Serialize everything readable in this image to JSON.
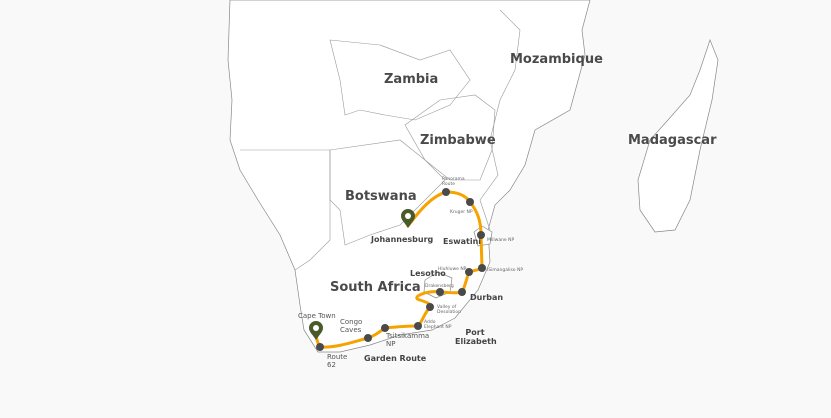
{
  "colors": {
    "route": "#f5a300",
    "stop": "#4a4a4a",
    "pin": "#4b5a2a",
    "border": "#888888",
    "land": "#ffffff",
    "sea": "#f9f9f9"
  },
  "countries": [
    "Zambia",
    "Mozambique",
    "Zimbabwe",
    "Madagascar",
    "Botswana",
    "South Africa",
    "Eswatini",
    "Lesotho"
  ],
  "cities": [
    "Johannesburg",
    "Durban",
    "Port Elizabeth",
    "Garden Route"
  ],
  "stops": [
    "Cape Town",
    "Congo Caves",
    "Tsitsikamma NP",
    "Route 62"
  ],
  "small_stops": [
    "Panorama Route",
    "Kruger NP",
    "Mlilwane NP",
    "iSimangaliso NP",
    "Hluhluwe NP",
    "Drakensberg",
    "Valley of Desolation",
    "Addo Elephant NP"
  ],
  "pins": [
    {
      "name": "Johannesburg",
      "icon": "map-pin-icon"
    },
    {
      "name": "Cape Town",
      "icon": "map-pin-icon"
    }
  ]
}
